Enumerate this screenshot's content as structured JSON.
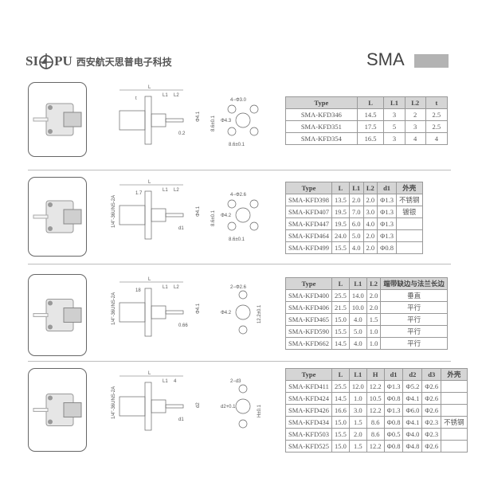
{
  "header": {
    "brand_left": "SI",
    "brand_right": "PU",
    "company": "西安航天思普电子科技",
    "series": "SMA"
  },
  "sections": [
    {
      "drawing": {
        "L": "L",
        "L1": "L1",
        "L2": "L2",
        "extra1": "t",
        "extra2": "0.2",
        "dia": "Φ4.1",
        "holes": "4−Φ3.0",
        "center": "Φ4.3",
        "h": "8.6±0.1",
        "w": "8.6±0.1",
        "thread": ""
      },
      "table": {
        "headers": [
          "Type",
          "L",
          "L1",
          "L2",
          "t"
        ],
        "rows": [
          [
            "SMA-KFD346",
            "14.5",
            "3",
            "2",
            "2.5"
          ],
          [
            "SMA-KFD351",
            "17.5",
            "5",
            "3",
            "2.5"
          ],
          [
            "SMA-KFD354",
            "16.5",
            "3",
            "4",
            "4"
          ]
        ]
      }
    },
    {
      "drawing": {
        "L": "L",
        "L1": "L1",
        "L2": "L2",
        "extra1": "1.7",
        "extra2": "d1",
        "dia": "Φ4.1",
        "holes": "4−Φ2.6",
        "center": "Φ4.2",
        "h": "8.6±0.1",
        "w": "8.6±0.1",
        "thread": "1/4\"-36UNS-2A"
      },
      "table": {
        "headers": [
          "Type",
          "L",
          "L1",
          "L2",
          "d1",
          "外壳"
        ],
        "rows": [
          [
            "SMA-KFD398",
            "13.5",
            "2.0",
            "2.0",
            "Φ1.3",
            "不锈钢"
          ],
          [
            "SMA-KFD407",
            "19.5",
            "7.0",
            "3.0",
            "Φ1.3",
            "镀银"
          ],
          [
            "SMA-KFD447",
            "19.5",
            "6.0",
            "4.0",
            "Φ1.3",
            ""
          ],
          [
            "SMA-KFD464",
            "24.0",
            "5.0",
            "2.0",
            "Φ1.3",
            ""
          ],
          [
            "SMA-KFD499",
            "15.5",
            "4.0",
            "2.0",
            "Φ0.8",
            ""
          ]
        ]
      }
    },
    {
      "drawing": {
        "L": "L",
        "L1": "L1",
        "L2": "L2",
        "extra1": "18",
        "extra2": "0.66",
        "dia": "Φ4.1",
        "holes": "2−Φ2.6",
        "center": "Φ4.2",
        "h": "12.2±0.1",
        "w": "",
        "thread": "1/4\"-36UNS-2A"
      },
      "table": {
        "headers": [
          "Type",
          "L",
          "L1",
          "L2",
          "端带缺边与法兰长边"
        ],
        "rows": [
          [
            "SMA-KFD400",
            "25.5",
            "14.0",
            "2.0",
            "垂直"
          ],
          [
            "SMA-KFD406",
            "21.5",
            "10.0",
            "2.0",
            "平行"
          ],
          [
            "SMA-KFD465",
            "15.0",
            "4.0",
            "1.5",
            "平行"
          ],
          [
            "SMA-KFD590",
            "15.5",
            "5.0",
            "1.0",
            "平行"
          ],
          [
            "SMA-KFD662",
            "14.5",
            "4.0",
            "1.0",
            "平行"
          ]
        ]
      }
    },
    {
      "drawing": {
        "L": "L",
        "L1": "L1",
        "L2": "4",
        "extra1": "",
        "extra2": "d1",
        "dia": "d2",
        "holes": "2−d3",
        "center": "d2+0.1",
        "h": "H±0.1",
        "w": "",
        "thread": "1/4\"-36UNS-2A"
      },
      "table": {
        "headers": [
          "Type",
          "L",
          "L1",
          "H",
          "d1",
          "d2",
          "d3",
          "外壳"
        ],
        "rows": [
          [
            "SMA-KFD411",
            "25.5",
            "12.0",
            "12.2",
            "Φ1.3",
            "Φ5.2",
            "Φ2.6",
            ""
          ],
          [
            "SMA-KFD424",
            "14.5",
            "1.0",
            "10.5",
            "Φ0.8",
            "Φ4.1",
            "Φ2.6",
            ""
          ],
          [
            "SMA-KFD426",
            "16.6",
            "3.0",
            "12.2",
            "Φ1.3",
            "Φ6.0",
            "Φ2.6",
            ""
          ],
          [
            "SMA-KFD434",
            "15.0",
            "1.5",
            "8.6",
            "Φ0.8",
            "Φ4.1",
            "Φ2.3",
            "不锈钢"
          ],
          [
            "SMA-KFD503",
            "15.5",
            "2.0",
            "8.6",
            "Φ0.5",
            "Φ4.0",
            "Φ2.3",
            ""
          ],
          [
            "SMA-KFD525",
            "15.0",
            "1.5",
            "12.2",
            "Φ0.8",
            "Φ4.8",
            "Φ2.6",
            ""
          ]
        ]
      }
    }
  ]
}
